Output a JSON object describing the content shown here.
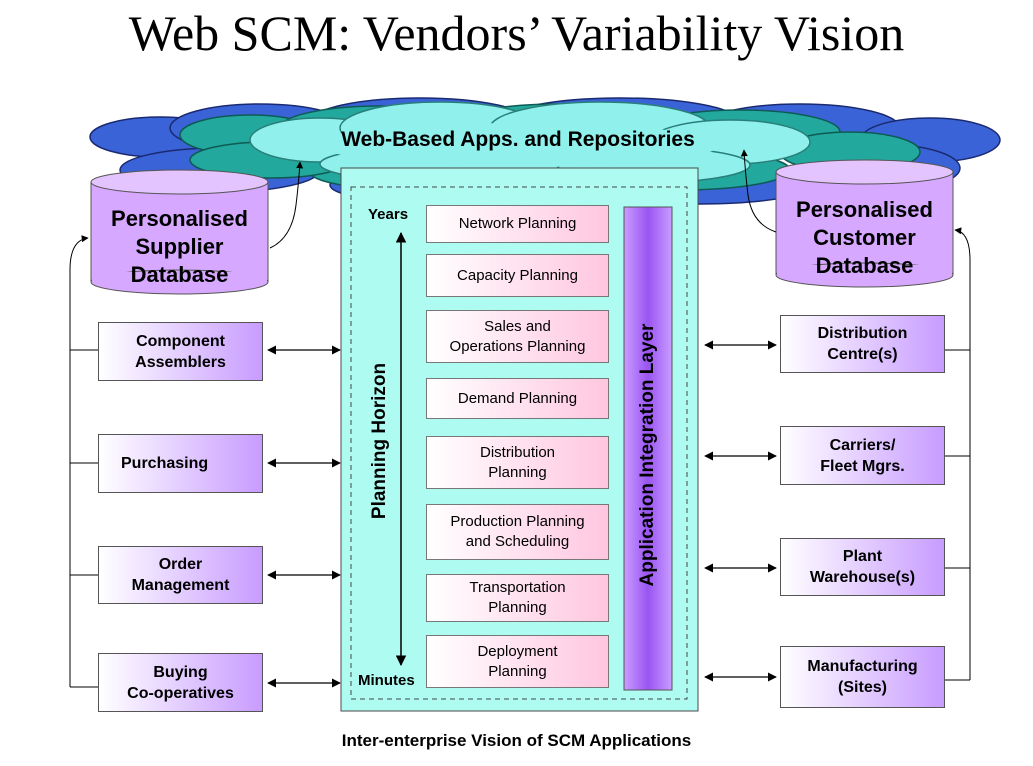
{
  "title": "Web SCM: Vendors’ Variability Vision",
  "cloud_label": "Web-Based Apps. and Repositories",
  "supplier_db": "Personalised\nSupplier\nDatabase",
  "customer_db": "Personalised\nCustomer\nDatabase",
  "left_boxes": [
    "Component\nAssemblers",
    "Purchasing",
    "Order\nManagement",
    "Buying\nCo-operatives"
  ],
  "right_boxes": [
    "Distribution\nCentre(s)",
    "Carriers/\nFleet Mgrs.",
    "Plant\nWarehouse(s)",
    "Manufacturing\n(Sites)"
  ],
  "planning_boxes": [
    "Network Planning",
    "Capacity Planning",
    "Sales and\nOperations Planning",
    "Demand Planning",
    "Distribution\nPlanning",
    "Production Planning\nand Scheduling",
    "Transportation\nPlanning",
    "Deployment\nPlanning"
  ],
  "horizon_top": "Years",
  "horizon_bottom": "Minutes",
  "horizon_label": "Planning Horizon",
  "integration_label": "Application Integration Layer",
  "caption": "Inter-enterprise Vision of SCM Applications",
  "colors": {
    "cloud_back": "#3b63d8",
    "cloud_mid": "#22a89c",
    "cloud_front": "#8ff0ec",
    "panel": "#aefbf2",
    "integration_bar": "#b070ff",
    "side_box_accent": "#c89cff",
    "plan_box_accent": "#ffc6e0",
    "database": "#d7a8ff"
  }
}
